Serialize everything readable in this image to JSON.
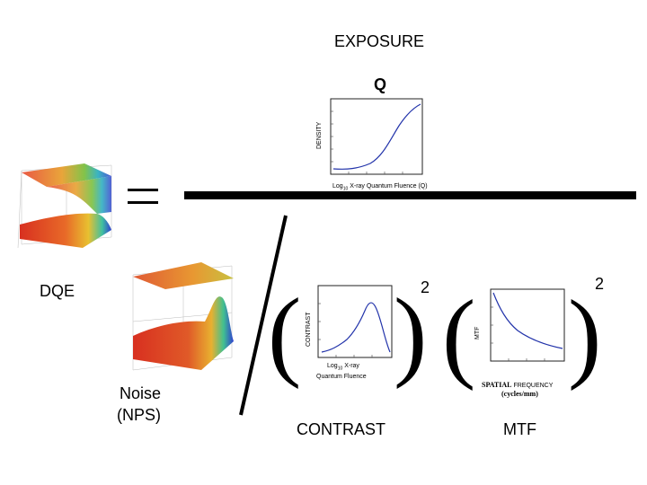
{
  "title": "EXPOSURE",
  "q_label": "Q",
  "dqe_label": "DQE",
  "noise_label_line1": "Noise",
  "noise_label_line2": "(NPS)",
  "contrast_label": "CONTRAST",
  "mtf_label": "MTF",
  "exponent_contrast": "2",
  "exponent_mtf": "2",
  "charts": {
    "density": {
      "ylabel": "DENSITY",
      "xlabel_prefix": "Log",
      "xlabel_sub": "10",
      "xlabel_suffix": " X-ray Quantum Fluence (Q)"
    },
    "contrast": {
      "ylabel": "CONTRAST",
      "xlabel_line1_prefix": "Log",
      "xlabel_line1_sub": "10",
      "xlabel_line1_suffix": " X-ray",
      "xlabel_line2": "Quantum Fluence"
    },
    "mtf": {
      "ylabel": "MTF",
      "xlabel_line1_a": "SPATIAL",
      "xlabel_line1_b": " FREQUENCY",
      "xlabel_line2": "(cycles/mm)"
    }
  },
  "colors": {
    "curve": "#2233aa",
    "axis": "#222222"
  }
}
